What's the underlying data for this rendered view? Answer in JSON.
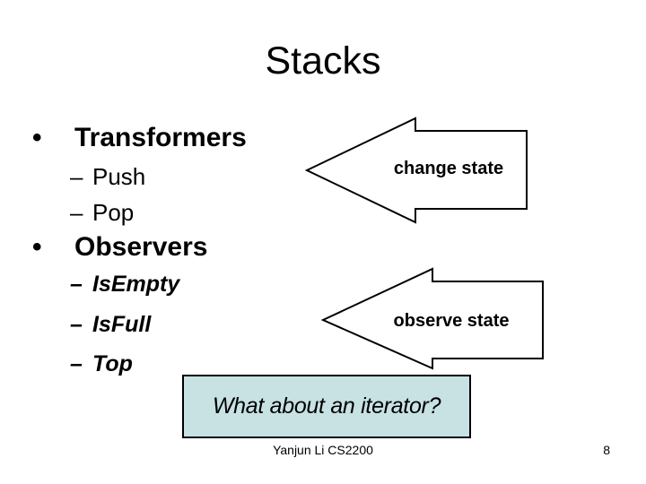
{
  "title": "Stacks",
  "outline": {
    "bullet_char": "•",
    "dash_char": "–",
    "sections": [
      {
        "label": "Transformers",
        "items": [
          "Push",
          "Pop"
        ]
      },
      {
        "label": "Observers",
        "items": [
          "IsEmpty",
          "IsFull",
          "Top"
        ]
      }
    ]
  },
  "arrows": [
    {
      "label": "change state",
      "direction": "left"
    },
    {
      "label": "observe state",
      "direction": "left"
    }
  ],
  "callout": {
    "text": "What about an iterator?"
  },
  "footer": {
    "author": "Yanjun Li CS2200",
    "page_number": "8"
  },
  "colors": {
    "background": "#ffffff",
    "text": "#000000",
    "arrow_fill": "#ffffff",
    "arrow_stroke": "#000000",
    "callout_fill": "#c8e2e4",
    "callout_border": "#000000"
  }
}
